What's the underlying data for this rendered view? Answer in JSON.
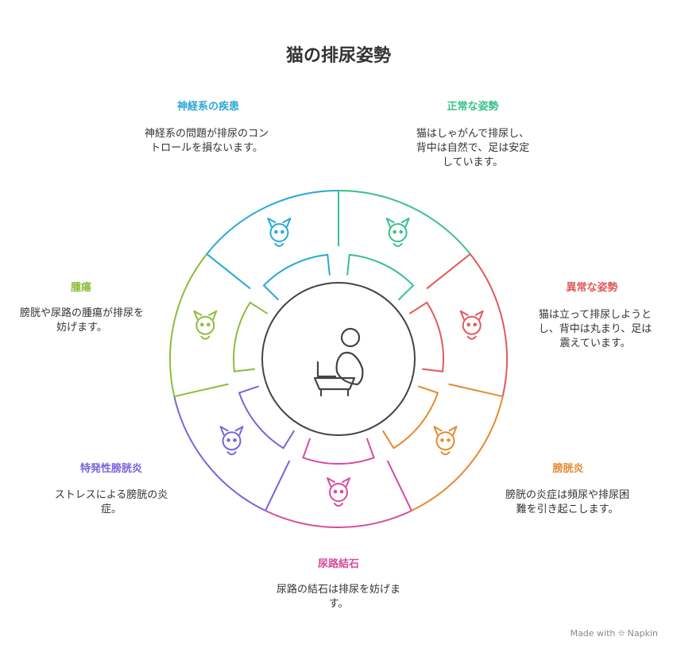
{
  "title": "猫の排尿姿勢",
  "center": {
    "icon": "cat-sitting-on-litter-box-icon"
  },
  "segments": [
    {
      "label": "正常な姿勢",
      "description": "猫はしゃがんで排尿し、背中は自然で、足は安定しています。",
      "color": "#37c28a",
      "icon": "sitting-cat-icon"
    },
    {
      "label": "異常な姿勢",
      "description": "猫は立って排尿しようとし、背中は丸まり、足は震えています。",
      "color": "#e05a5a",
      "icon": "straining-cat-icon"
    },
    {
      "label": "膀胱炎",
      "description": "膀胱の炎症は頻尿や排尿困難を引き起こします。",
      "color": "#e58a2e",
      "icon": "bladder-pain-icon"
    },
    {
      "label": "尿路結石",
      "description": "尿路の結石は排尿を妨げます。",
      "color": "#d64c9e",
      "icon": "cat-with-stone-icon"
    },
    {
      "label": "特発性膀胱炎",
      "description": "ストレスによる膀胱の炎症。",
      "color": "#7b63d8",
      "icon": "stressed-cat-icon"
    },
    {
      "label": "腫瘍",
      "description": "膀胱や尿路の腫瘍が排尿を妨げます。",
      "color": "#8cbd3c",
      "icon": "tumor-icon"
    },
    {
      "label": "神経系の疾患",
      "description": "神経系の問題が排尿のコントロールを損ないます。",
      "color": "#2aa8d6",
      "icon": "cat-face-icon"
    }
  ],
  "credit": "Made with ⯐ Napkin"
}
